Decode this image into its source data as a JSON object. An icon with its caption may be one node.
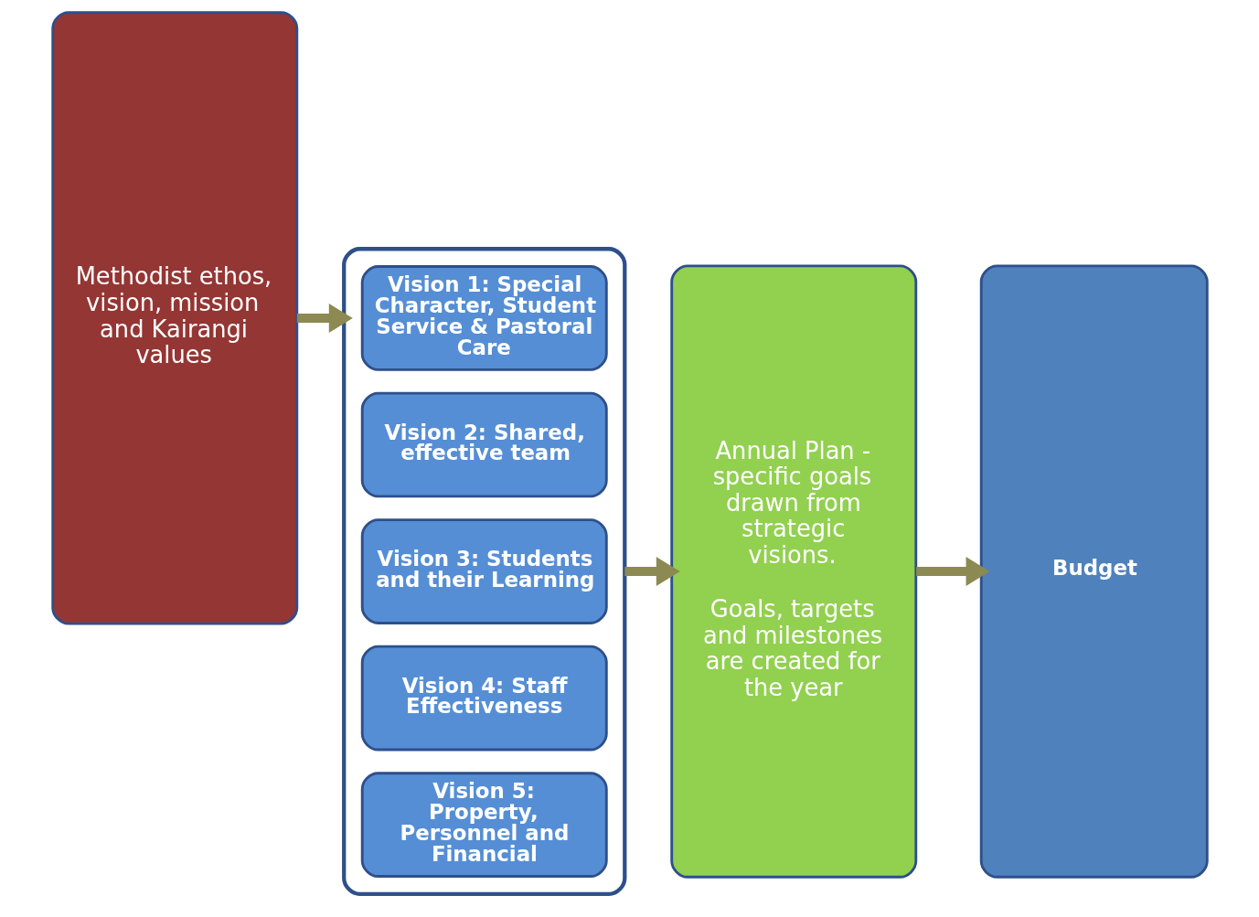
{
  "diagram": {
    "nodes": [
      {
        "text": [
          "Methodist ethos, vision, mission and Kairangi values"
        ]
      },
      {
        "text": [],
        "shape": "box"
      },
      {
        "text": [
          "Vision 1: Special Character, Student Service & Pastoral Care"
        ],
        "in": 1
      },
      {
        "text": [
          "Vision 2: Shared, effective team"
        ],
        "in": 1
      },
      {
        "text": [
          "Vision 3: Students and their Learning"
        ],
        "in": 1
      },
      {
        "text": [
          "Vision 4: Staff Effectiveness"
        ],
        "in": 1
      },
      {
        "text": [
          "Vision 5: Property, Personnel and Financial"
        ],
        "in": 1
      },
      {
        "text": [
          "Annual Plan - specific goals drawn from strategic visions.",
          "Goals, targets and milestones are created for the year"
        ]
      },
      {
        "text": [
          "Budget"
        ]
      }
    ],
    "edges": [
      {
        "from": 0,
        "to": 1,
        "arrow": "to"
      },
      {
        "from": 1,
        "to": 7,
        "arrow": "to"
      },
      {
        "from": 7,
        "to": 8,
        "arrow": "to"
      }
    ]
  }
}
